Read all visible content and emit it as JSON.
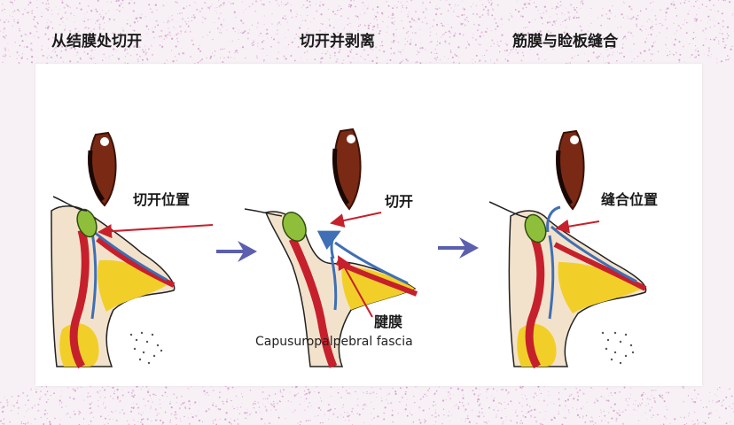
{
  "panels": [
    {
      "title": "从结膜处切开",
      "callout": "切开位置"
    },
    {
      "title": "切开并剥离",
      "callout": "切开",
      "tendon_label": "腱膜",
      "fascia_label": "Capusuropalpebral fascia"
    },
    {
      "title": "筋膜与睑板缝合",
      "callout": "缝合位置"
    }
  ],
  "colors": {
    "tarsus_green": "#8fbf3a",
    "muscle_red": "#c6202c",
    "fat_yellow": "#f2cf28",
    "skin": "#f3e2cb",
    "fascia_blue": "#3f6fb4",
    "arrow_purple": "#5b5fae",
    "cornea_brown": "#7a2a14"
  }
}
